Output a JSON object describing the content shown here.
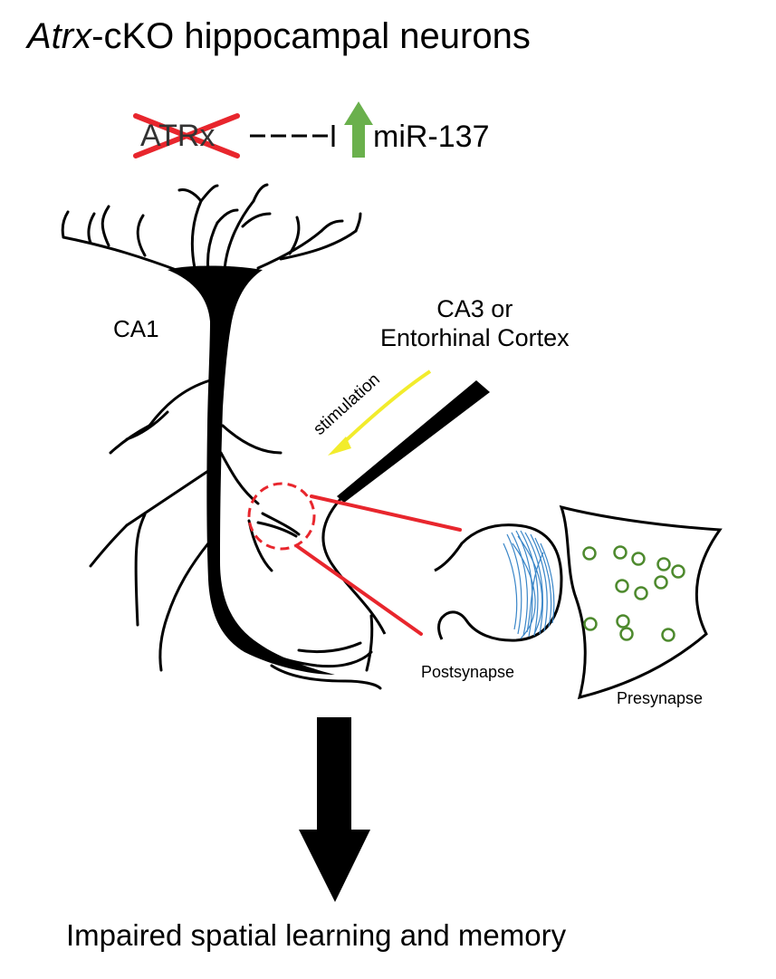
{
  "title": {
    "gene_italic": "Atrx",
    "rest": "-cKO hippocampal neurons"
  },
  "pathway": {
    "gene": "ATRx",
    "mirna": "miR-137"
  },
  "labels": {
    "ca1": "CA1",
    "input_line1": "CA3 or",
    "input_line2": "Entorhinal Cortex",
    "stimulation": "stimulation",
    "postsynapse": "Postsynapse",
    "presynapse": "Presynapse"
  },
  "conclusion": "Impaired spatial learning and memory",
  "colors": {
    "cross": "#e8262d",
    "up_arrow": "#6ab04c",
    "stimulation_arrow": "#f2ec2c",
    "zoom_lines": "#e8262d",
    "actin": "#3a86c8",
    "vesicles": "#4e8a2e"
  }
}
